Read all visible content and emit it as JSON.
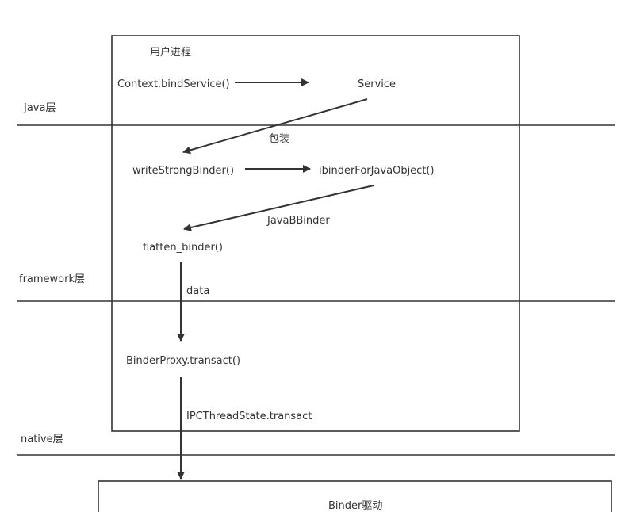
{
  "process_box": {
    "title": "用户进程"
  },
  "layers": {
    "java": "Java层",
    "framework": "framework层",
    "native": "native层"
  },
  "nodes": {
    "context_bind_service": "Context.bindService()",
    "service": "Service",
    "write_strong_binder": "writeStrongBinder()",
    "ibinder_for_java_object": "ibinderForJavaObject()",
    "flatten_binder": "flatten_binder()",
    "binder_proxy_transact": "BinderProxy.transact()",
    "binder_driver": "Binder驱动"
  },
  "edge_labels": {
    "wrap": "包装",
    "java_bbinder": "JavaBBinder",
    "data": "data",
    "ipc_thread_state": "IPCThreadState.transact"
  },
  "colors": {
    "line": "#333333",
    "text": "#333333",
    "background": "#ffffff"
  }
}
